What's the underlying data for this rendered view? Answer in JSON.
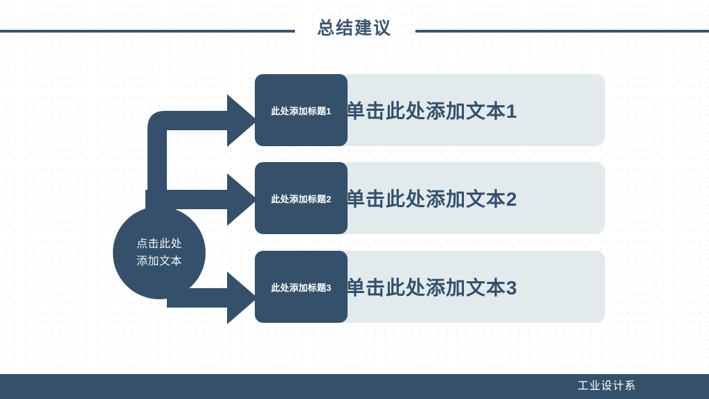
{
  "header": {
    "title": "总结建议",
    "rule_color": "#3b5470"
  },
  "theme": {
    "dark_navy": "#34506b",
    "title_navy": "#3b5470",
    "panel_light": "#e2eaec",
    "panel_text": "#32506d",
    "background": "#ffffff"
  },
  "diagram": {
    "hub": {
      "line1": "点击此处",
      "line2": "添加文本"
    },
    "rows": [
      {
        "chip_label": "此处添加标题1",
        "body_text": "单击此处添加文本1",
        "arrow": "elbow-up-right-arrow-icon"
      },
      {
        "chip_label": "此处添加标题2",
        "body_text": "单击此处添加文本2",
        "arrow": "right-arrow-icon"
      },
      {
        "chip_label": "此处添加标题3",
        "body_text": "单击此处添加文本3",
        "arrow": "elbow-down-right-arrow-icon"
      }
    ]
  },
  "footer": {
    "label": "工业设计系"
  }
}
